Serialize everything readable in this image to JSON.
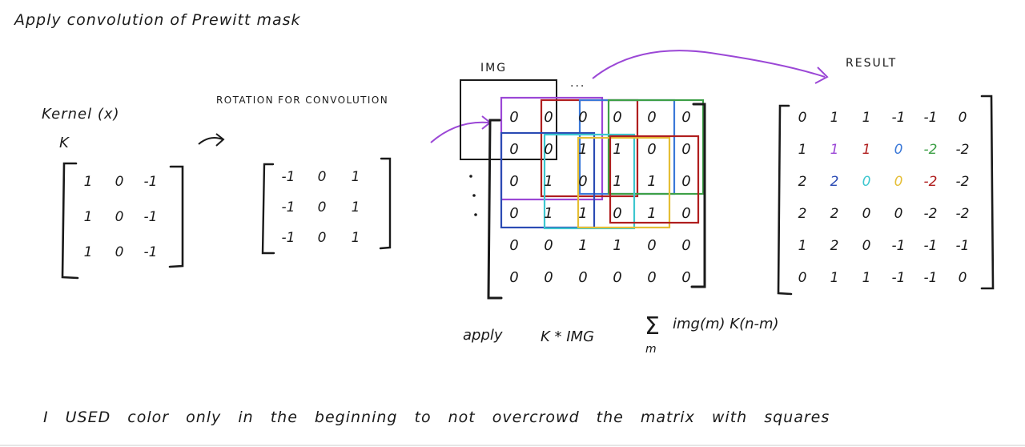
{
  "title": "Apply convolution of Prewitt mask",
  "kernel": {
    "label": "Kernel (x)",
    "symbol": "K",
    "matrix": [
      [
        "1",
        "0",
        "-1"
      ],
      [
        "1",
        "0",
        "-1"
      ],
      [
        "1",
        "0",
        "-1"
      ]
    ]
  },
  "rotated": {
    "label": "ROTATION FOR CONVOLUTION",
    "matrix": [
      [
        "-1",
        "0",
        "1"
      ],
      [
        "-1",
        "0",
        "1"
      ],
      [
        "-1",
        "0",
        "1"
      ]
    ]
  },
  "image": {
    "label": "IMG",
    "ellipsis": "...",
    "matrix": [
      [
        "0",
        "0",
        "0",
        "0",
        "0",
        "0"
      ],
      [
        "0",
        "0",
        "1",
        "1",
        "0",
        "0"
      ],
      [
        "0",
        "1",
        "0",
        "1",
        "1",
        "0"
      ],
      [
        "0",
        "1",
        "1",
        "0",
        "1",
        "0"
      ],
      [
        "0",
        "0",
        "1",
        "1",
        "0",
        "0"
      ],
      [
        "0",
        "0",
        "0",
        "0",
        "0",
        "0"
      ]
    ]
  },
  "result": {
    "label": "RESULT",
    "matrix": [
      [
        "0",
        "1",
        "1",
        "-1",
        "-1",
        "0"
      ],
      [
        "1",
        "1",
        "1",
        "0",
        "-2",
        "-2"
      ],
      [
        "2",
        "2",
        "0",
        "0",
        "-2",
        "-2"
      ],
      [
        "2",
        "2",
        "0",
        "0",
        "-2",
        "-2"
      ],
      [
        "1",
        "2",
        "0",
        "-1",
        "-1",
        "-1"
      ],
      [
        "0",
        "1",
        "1",
        "-1",
        "-1",
        "0"
      ]
    ]
  },
  "formula": {
    "apply": "apply",
    "expression": "K * IMG",
    "sum": "Σ",
    "sum_index": "m",
    "term": "img(m) K(n-m)"
  },
  "footnote": "I USED color only in the beginning to not overcrowd the matrix with squares",
  "colors": {
    "ink": "#1a1a1a",
    "purple": "#9b47d6",
    "red": "#b01e1e",
    "blue": "#3a78d8",
    "green": "#3ea047",
    "cyan": "#3cc6cf",
    "yellow": "#e5be35",
    "navy": "#2b4bb4"
  },
  "result_cell_colors": {
    "1-1": "purple",
    "1-2": "red",
    "1-3": "blue",
    "1-4": "green",
    "2-1": "navy",
    "2-2": "cyan",
    "2-3": "yellow",
    "2-4": "red"
  }
}
